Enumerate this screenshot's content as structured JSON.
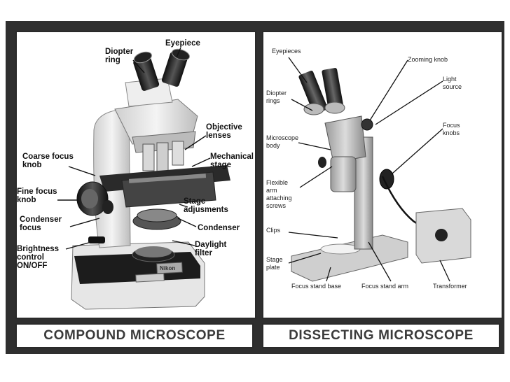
{
  "compound": {
    "caption": "COMPOUND MICROSCOPE",
    "labels": {
      "diopter_ring": "Diopter\nring",
      "eyepiece": "Eyepiece",
      "objective_lenses": "Objective\nlenses",
      "mechanical_stage": "Mechanical\nstage",
      "coarse_focus_knob": "Coarse focus\nknob",
      "fine_focus_knob": "Fine focus\nknob",
      "stage_adjustments": "Stage\nadjusments",
      "condenser_focus": "Condenser\nfocus",
      "condenser": "Condenser",
      "daylight_filter": "Daylight\nfilter",
      "brightness_control": "Brightness\ncontrol\nON/OFF"
    },
    "brand": "Nikon"
  },
  "dissecting": {
    "caption": "DISSECTING MICROSCOPE",
    "labels": {
      "eyepieces": "Eyepieces",
      "zooming_knob": "Zooming knob",
      "light_source": "Light\nsource",
      "diopter_rings": "Diopter\nrings",
      "focus_knobs": "Focus\nknobs",
      "microscope_body": "Microscope\nbody",
      "flexible_arm": "Flexible\narm\nattaching\nscrews",
      "clips": "Clips",
      "stage_plate": "Stage\nplate",
      "focus_stand_base": "Focus stand base",
      "focus_stand_arm": "Focus stand arm",
      "transformer": "Transformer"
    }
  }
}
